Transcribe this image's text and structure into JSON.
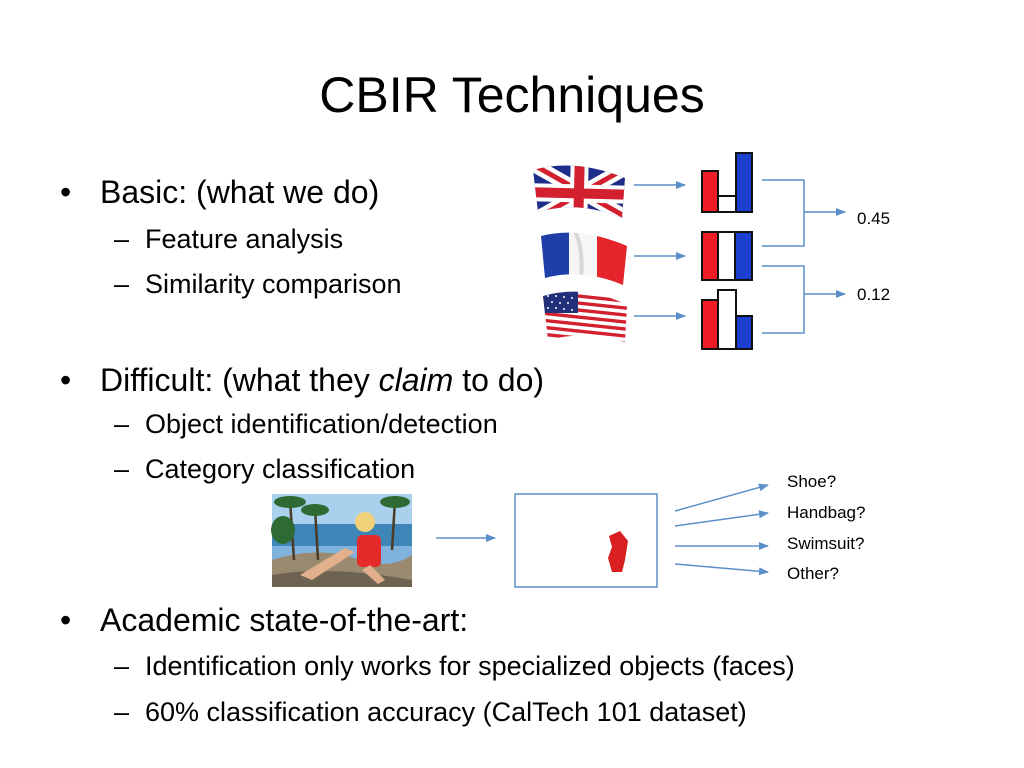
{
  "slide": {
    "title": "CBIR Techniques",
    "basic": {
      "head": "Basic: (what we do)",
      "items": [
        "Feature analysis",
        "Similarity comparison"
      ]
    },
    "difficult": {
      "head_pre": "Difficult: (what they ",
      "head_em": "claim",
      "head_post": " to do)",
      "items": [
        "Object identification/detection",
        "Category classification"
      ]
    },
    "academic": {
      "head": "Academic state-of-the-art:",
      "items": [
        "Identification only works for specialized objects (faces)",
        "60% classification accuracy (CalTech 101 dataset)"
      ]
    },
    "similarity_scores": [
      "0.45",
      "0.12"
    ],
    "candidate_labels": [
      "Shoe?",
      "Handbag?",
      "Swimsuit?",
      "Other?"
    ],
    "bullet_glyph": "•",
    "dash_glyph": "–"
  },
  "colors": {
    "red": "#ee1c25",
    "blue": "#1d3fcf",
    "arrow": "#5b8fc9"
  }
}
